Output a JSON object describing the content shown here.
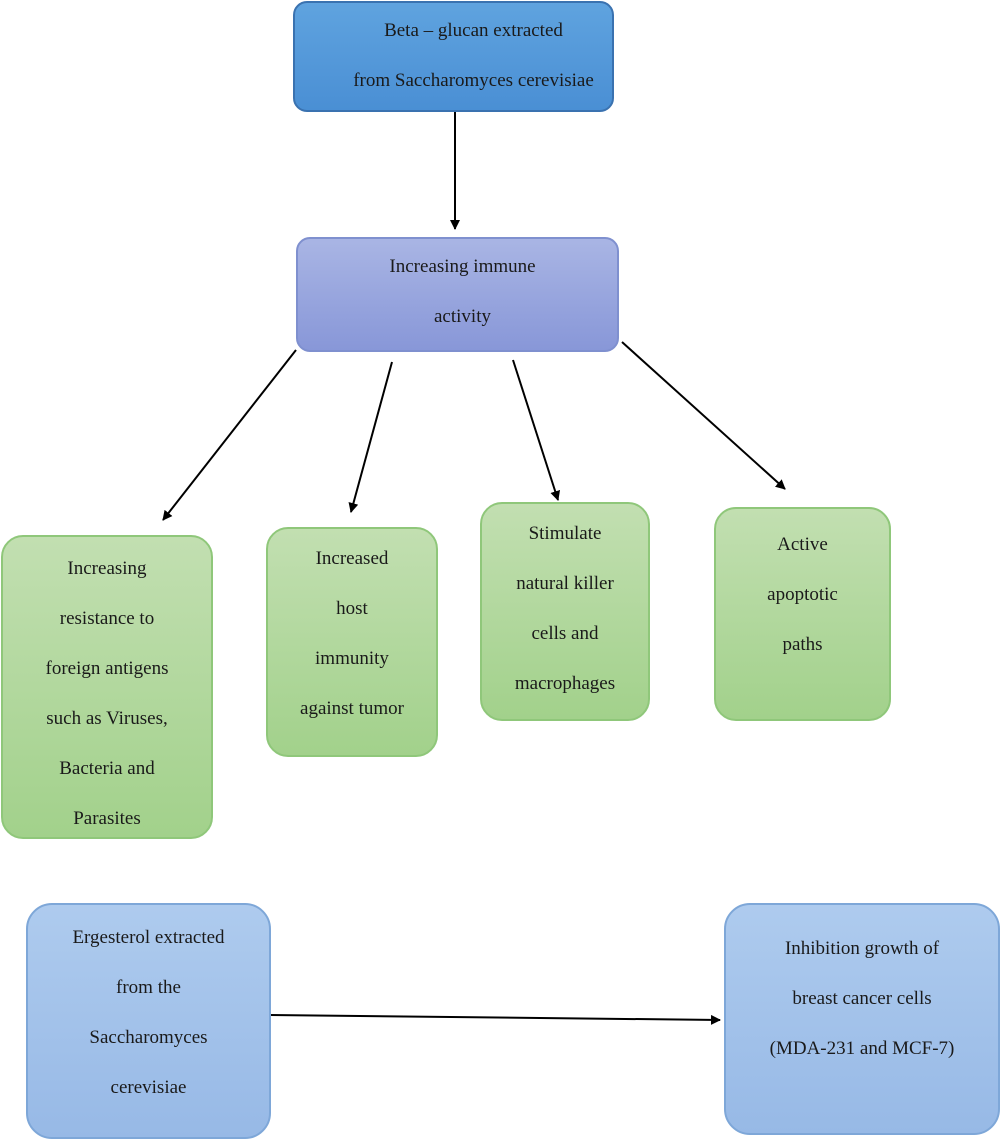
{
  "nodes": {
    "source": "Beta – glucan extracted\nfrom Saccharomyces cerevisiae",
    "immune": "Increasing immune\nactivity",
    "resistance": "Increasing\nresistance to\nforeign antigens\nsuch as Viruses,\nBacteria and\nParasites",
    "host": "Increased\nhost\nimmunity\nagainst tumor",
    "nk": "Stimulate\nnatural killer\ncells and\nmacrophages",
    "apoptotic": "Active\napoptotic\npaths",
    "ergesterol": "Ergesterol extracted\nfrom the\nSaccharomyces\ncerevisiae",
    "inhibition": "Inhibition growth of\nbreast cancer cells\n(MDA-231 and MCF-7)"
  },
  "colors": {
    "source": "#4a8fd4",
    "immune": "#8897d8",
    "effects": "#a2d18b",
    "ergesterol_flow": "#97b9e6",
    "arrow": "#000000"
  }
}
